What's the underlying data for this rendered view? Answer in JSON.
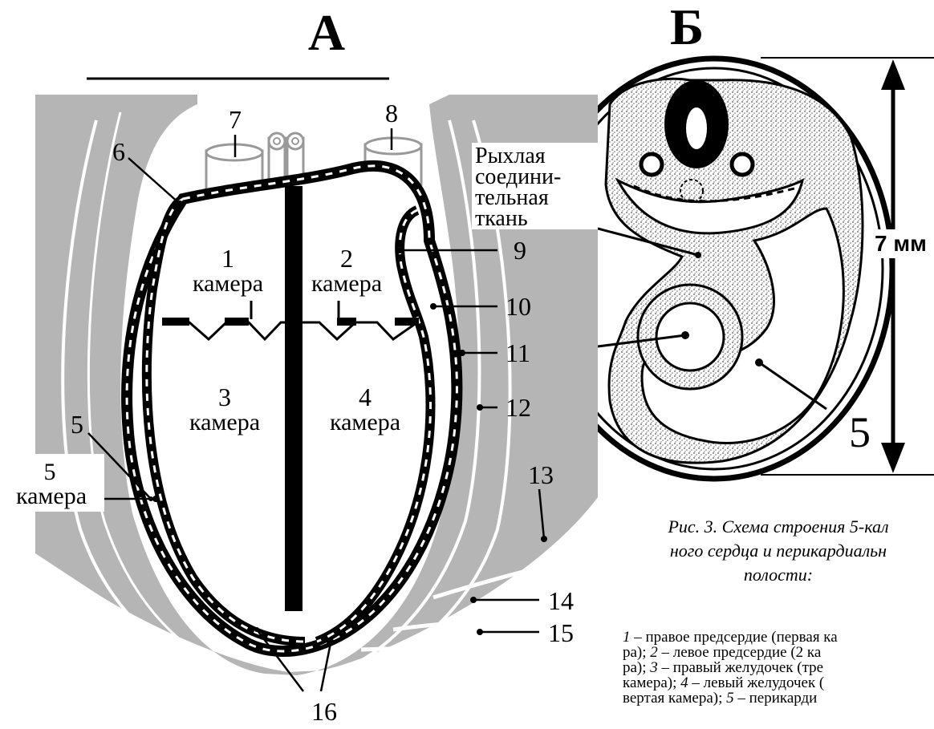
{
  "panels": {
    "a": {
      "letter": "А"
    },
    "b": {
      "letter": "Б"
    }
  },
  "labels_a": {
    "n1": "1",
    "n1_word": "камера",
    "n2": "2",
    "n2_word": "камера",
    "n3": "3",
    "n3_word": "камера",
    "n4": "4",
    "n4_word": "камера",
    "n5": "5",
    "n5_side": "5",
    "n5_word": "камера",
    "n6": "6",
    "n7": "7",
    "n8": "8",
    "n9": "9",
    "n10": "10",
    "n11": "11",
    "n12": "12",
    "n13": "13",
    "n14": "14",
    "n15": "15",
    "n16": "16",
    "tissue_lines": [
      "Рыхлая",
      "соедини-",
      "тельная",
      "ткань"
    ]
  },
  "labels_b": {
    "n5": "5",
    "size": "7 мм"
  },
  "caption": {
    "title": "Рис. 3. Схема строения 5-кал\nного сердца и перикардиальн\nполости:",
    "legend": [
      {
        "num": "1",
        "text": " – правое предсердие (первая ка"
      },
      {
        "num": "",
        "text": "ра);  "
      },
      {
        "num": "2",
        "text": " – левое предсердие (2 ка"
      },
      {
        "num": "",
        "text": "ра);  "
      },
      {
        "num": "3",
        "text": " – правый желудочек (тре"
      },
      {
        "num": "",
        "text": "камера); "
      },
      {
        "num": "4",
        "text": " – левый желудочек ("
      },
      {
        "num": "",
        "text": "вертая камера); "
      },
      {
        "num": "5",
        "text": " – перикарди"
      }
    ]
  },
  "colors": {
    "gray_fill": "#b5b5b5",
    "ink": "#000000",
    "stipple": "#8a8a8a"
  }
}
